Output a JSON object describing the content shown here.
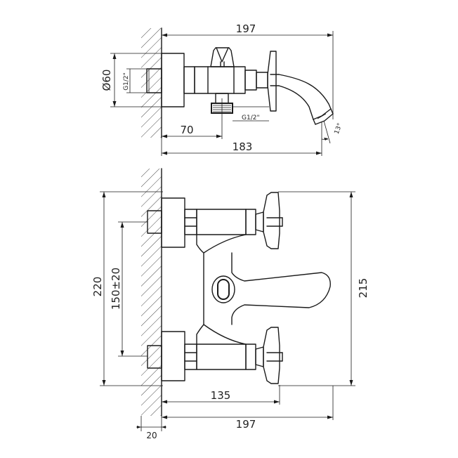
{
  "top_view": {
    "dims": {
      "overall_width": "197",
      "diameter": "Ø60",
      "inlet_thread": "G1/2\"",
      "outlet_thread": "G1/2\"",
      "offset": "70",
      "depth": "183",
      "angle": "13°"
    }
  },
  "front_view": {
    "dims": {
      "height_total": "220",
      "centers": "150±20",
      "spout_height": "215",
      "spout_reach": "135",
      "width": "197",
      "wall_depth": "20"
    }
  }
}
